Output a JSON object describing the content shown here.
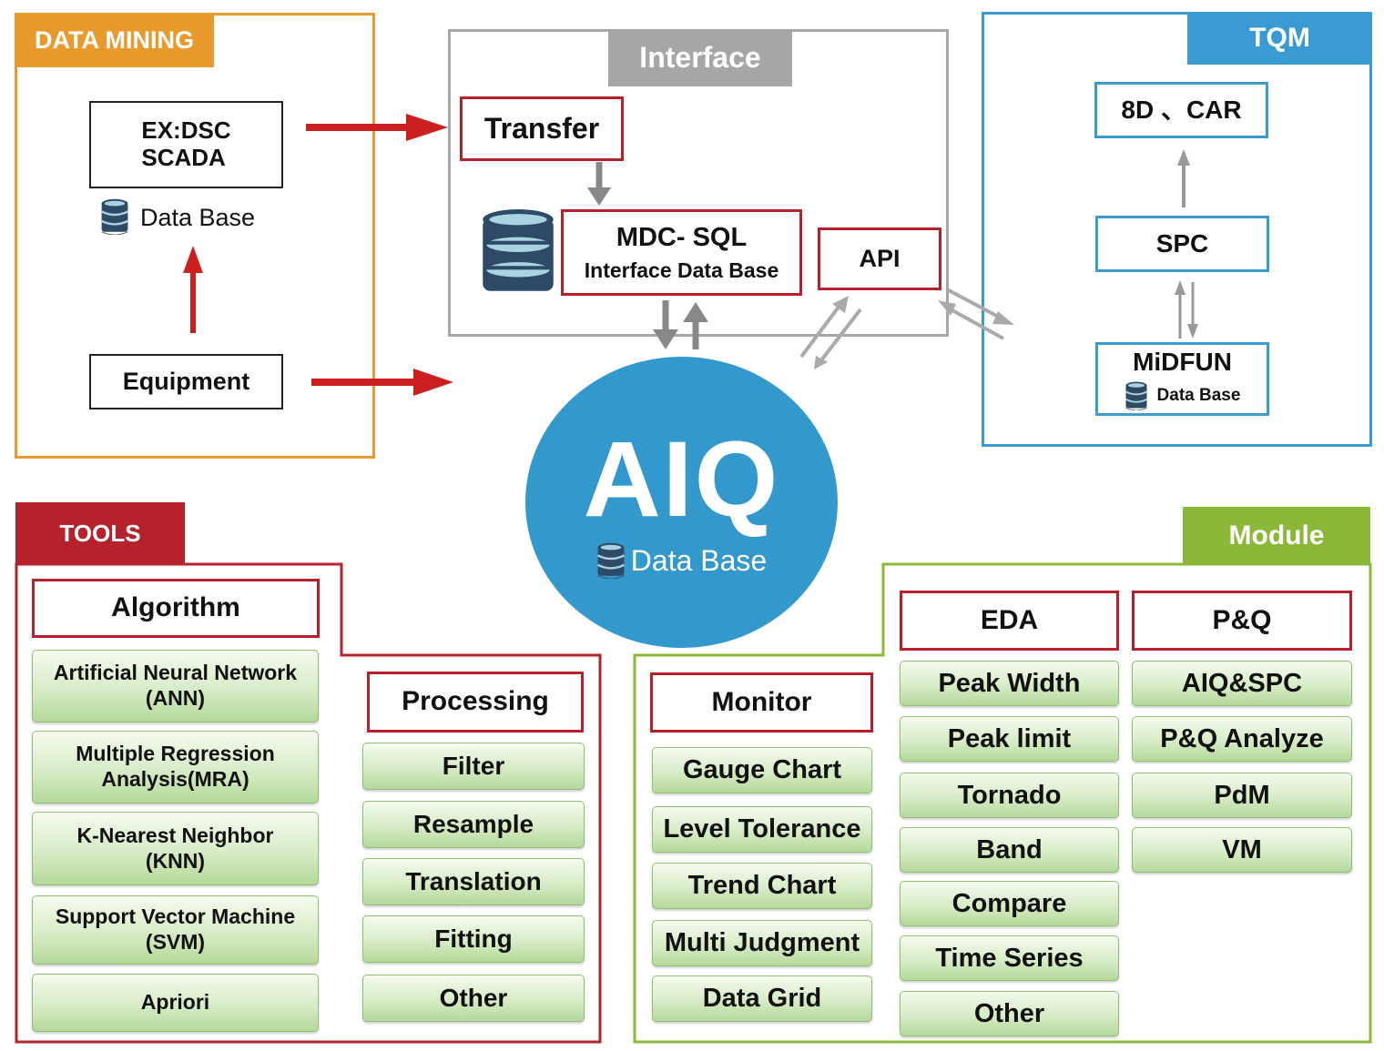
{
  "data_mining": {
    "title": "DATA MINING",
    "source_box": "EX:DSC\nSCADA",
    "database_label": "Data Base",
    "equipment": "Equipment"
  },
  "interface": {
    "title": "Interface",
    "transfer": "Transfer",
    "mdc_sql": "MDC- SQL",
    "mdc_sub": "Interface Data Base",
    "api": "API"
  },
  "tqm": {
    "title": "TQM",
    "car": "8D 、CAR",
    "spc": "SPC",
    "midfun": "MiDFUN",
    "midfun_db": "Data Base"
  },
  "aiq": {
    "title": "AIQ",
    "subtitle": "Data Base"
  },
  "tools": {
    "title": "TOOLS",
    "algorithm": {
      "header": "Algorithm",
      "items": [
        "Artificial Neural Network\n(ANN)",
        "Multiple Regression\nAnalysis(MRA)",
        "K-Nearest Neighbor\n(KNN)",
        "Support Vector Machine\n(SVM)",
        "Apriori"
      ]
    },
    "processing": {
      "header": "Processing",
      "items": [
        "Filter",
        "Resample",
        "Translation",
        "Fitting",
        "Other"
      ]
    }
  },
  "module": {
    "title": "Module",
    "monitor": {
      "header": "Monitor",
      "items": [
        "Gauge Chart",
        "Level Tolerance",
        "Trend Chart",
        "Multi Judgment",
        "Data Grid"
      ]
    },
    "eda": {
      "header": "EDA",
      "items": [
        "Peak Width",
        "Peak limit",
        "Tornado",
        "Band",
        "Compare",
        "Time Series",
        "Other"
      ]
    },
    "pq": {
      "header": "P&Q",
      "items": [
        "AIQ&SPC",
        "P&Q Analyze",
        "PdM",
        "VM"
      ]
    }
  },
  "colors": {
    "data_mining": "#e89a2c",
    "interface": "#a6a6a6",
    "tqm": "#3a9bd2",
    "tools": "#b5222b",
    "module": "#8cb83a",
    "aiq": "#3399cc",
    "arrow_red": "#cc1f1f",
    "arrow_gray": "#888888",
    "db_icon": "#2e4a66"
  }
}
